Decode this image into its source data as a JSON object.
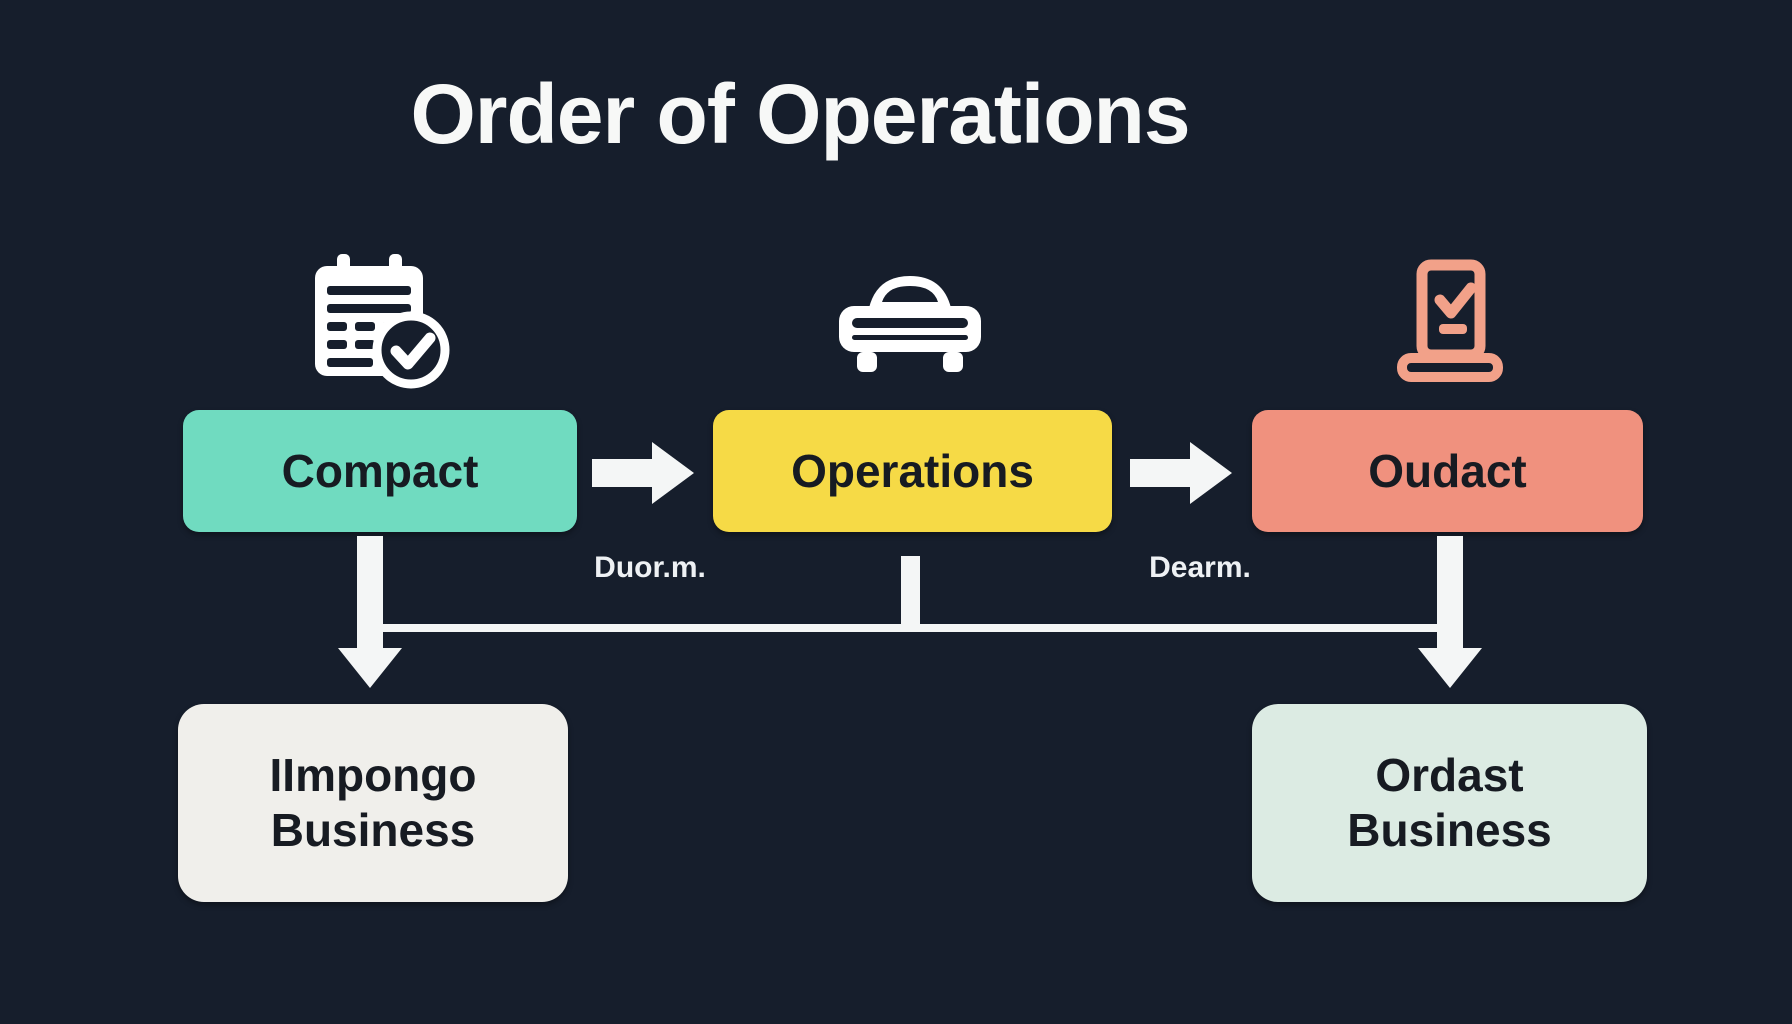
{
  "title": "Order of Operations",
  "colors": {
    "background": "#161e2c",
    "step_compact": "#70dbc0",
    "step_operations": "#f6da46",
    "step_oudact": "#f0917e",
    "outcome_left": "#f0efeb",
    "outcome_right": "#dcebe3",
    "icon_white": "#ffffff",
    "icon_salmon": "#f2a189",
    "arrow_white": "#f4f6f6",
    "text_dark": "#171b22",
    "text_light": "#f7f8f7"
  },
  "flow": {
    "steps": [
      {
        "label": "Compact",
        "icon": "calendar-check-icon"
      },
      {
        "label": "Operations",
        "icon": "car-icon"
      },
      {
        "label": "Oudact",
        "icon": "ballot-check-icon"
      }
    ],
    "connector_labels": [
      {
        "text": "Duor.m."
      },
      {
        "text": "Dearm."
      }
    ],
    "outcomes": [
      {
        "label": "IImpongo Business"
      },
      {
        "label": "Ordast Business"
      }
    ]
  }
}
